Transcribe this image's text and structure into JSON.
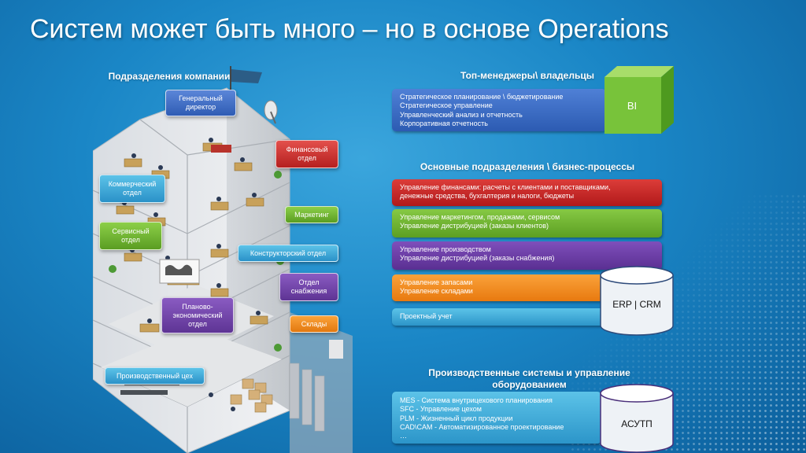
{
  "title": "Систем может быть много – но в основе Operations",
  "left": {
    "heading": "Подразделения компании",
    "labels": {
      "gen_director": "Генеральный директор",
      "finance": "Финансовый отдел",
      "commercial": "Коммерческий отдел",
      "marketing": "Маркетинг",
      "service": "Сервисный отдел",
      "design": "Конструкторский отдел",
      "supply": "Отдел снабжения",
      "planning": "Планово-экономический отдел",
      "warehouses": "Склады",
      "production": "Производственный цех"
    }
  },
  "top_managers": {
    "heading": "Топ-менеджеры\\ владельцы",
    "lines": [
      "Стратегическое планирование \\ бюджетирование",
      "Стратегическое управление",
      "Управленческий анализ и отчетность",
      "Корпоративная отчетность"
    ],
    "cube_label": "BI"
  },
  "core": {
    "heading": "Основные подразделения \\ бизнес-процессы",
    "finance": [
      "Управление финансами: расчеты с клиентами и поставщиками,",
      "денежные средства, бухгалтерия и налоги, бюджеты"
    ],
    "marketing": [
      "Управление маркетингом, продажами, сервисом",
      "Управление дистрибуцией (заказы клиентов)"
    ],
    "production": [
      "Управление производством",
      "Управление дистрибуцией (заказы снабжения)"
    ],
    "inventory": [
      "Управление запасами",
      "Управление складами"
    ],
    "projects": [
      "Проектный учет"
    ],
    "cylinder_label": "ERP | CRM"
  },
  "manufacturing": {
    "heading": "Производственные системы и управление оборудованием",
    "lines": [
      "MES - Система внутрицехового планирования",
      "SFC - Управление цехом",
      "PLM - Жизненный цикл продукции",
      "CAD\\CAM - Автоматизированное проектирование",
      "…"
    ],
    "cylinder_label": "АСУТП"
  },
  "colors": {
    "background": "#1a86c6",
    "blue": "#2f5cb4",
    "red": "#b5201f",
    "green": "#5a9d22",
    "purple": "#5e3494",
    "orange": "#e2780f",
    "cyan": "#2a91c8",
    "cube": "#7cc83a"
  }
}
